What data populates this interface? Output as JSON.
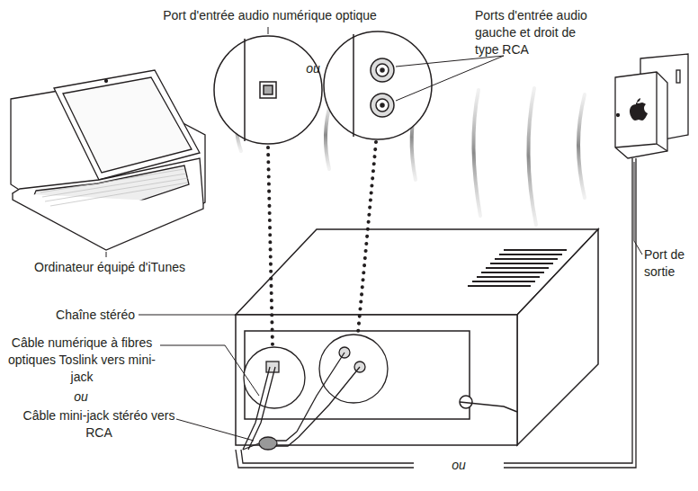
{
  "diagram": {
    "labels": [
      "Port d'entrée audio numérique optique",
      "ou",
      "Ports d'entrée audio gauche et droit de type RCA",
      "Ordinateur équipé d'iTunes",
      "Port de sortie",
      "Chaîne stéréo",
      "Câble numérique à fibres optiques Toslink vers mini-jack",
      "ou",
      "Câble mini-jack stéréo vers RCA",
      "ou"
    ]
  }
}
